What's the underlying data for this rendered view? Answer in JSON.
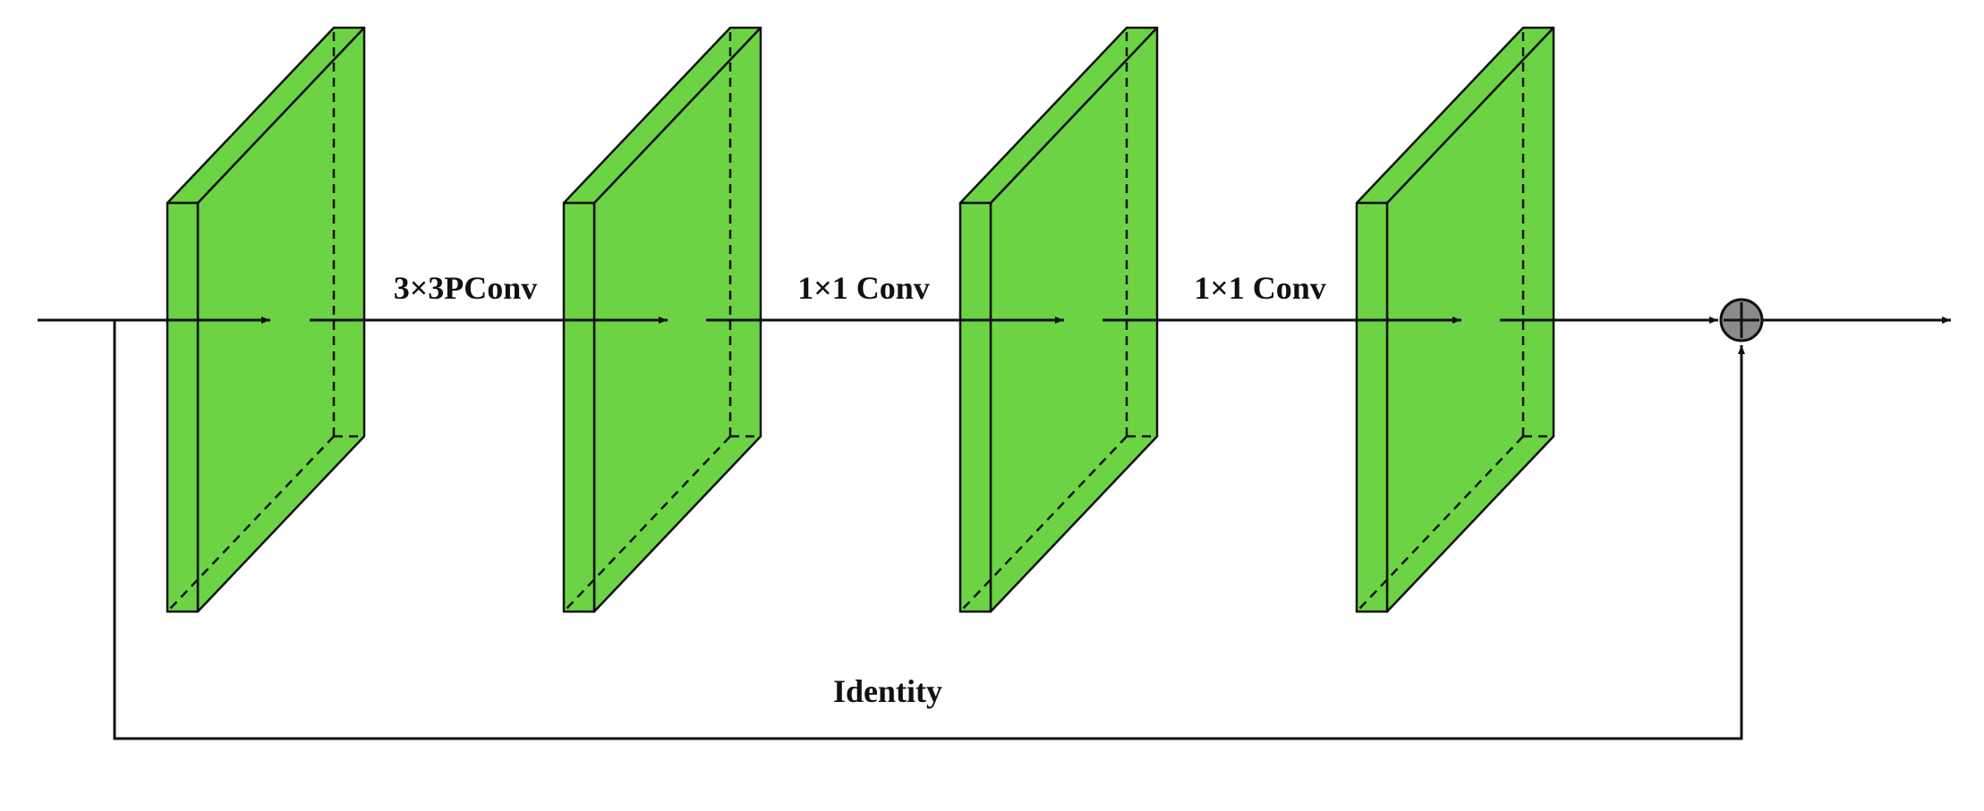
{
  "diagram": {
    "colors": {
      "block_fill": "#6cd444",
      "stroke": "#111111",
      "add_node_fill": "#8a8a8a",
      "background": "#ffffff"
    },
    "feature_maps": [
      {
        "id": "fmap-1"
      },
      {
        "id": "fmap-2"
      },
      {
        "id": "fmap-3"
      },
      {
        "id": "fmap-4"
      }
    ],
    "operations": [
      {
        "label": "3×3PConv"
      },
      {
        "label": "1×1 Conv"
      },
      {
        "label": "1×1 Conv"
      }
    ],
    "skip_connection": {
      "label": "Identity"
    },
    "add_node": {
      "symbol": "plus-icon"
    }
  }
}
